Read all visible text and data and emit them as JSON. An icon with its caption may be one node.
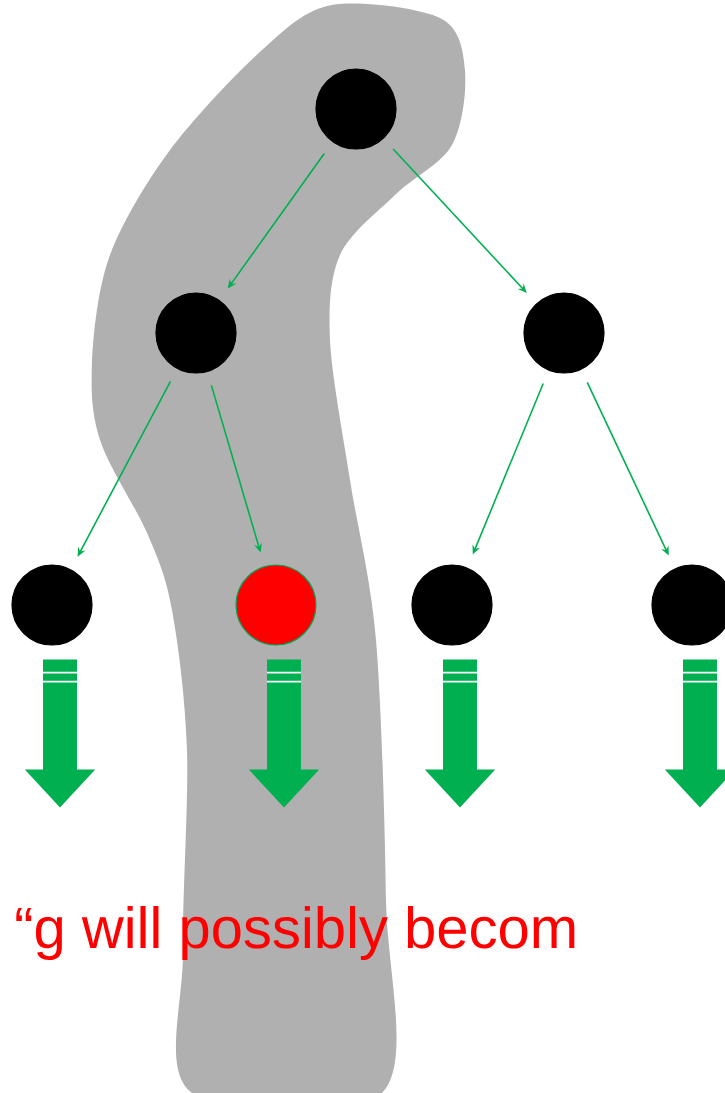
{
  "diagram": {
    "nodes": [
      {
        "text": [],
        "shape": "circle"
      },
      {
        "text": [],
        "shape": "circle"
      },
      {
        "text": [],
        "shape": "circle"
      },
      {
        "text": [],
        "shape": "circle"
      },
      {
        "text": [],
        "shape": "circle"
      },
      {
        "text": [],
        "shape": "circle"
      },
      {
        "text": [],
        "shape": "circle"
      }
    ],
    "edges": [
      {
        "from": 0,
        "to": 1,
        "arrow": "to"
      },
      {
        "from": 0,
        "to": 2,
        "arrow": "to"
      },
      {
        "from": 1,
        "to": 3,
        "arrow": "to"
      },
      {
        "from": 1,
        "to": 4,
        "arrow": "to"
      },
      {
        "from": 2,
        "to": 5,
        "arrow": "to"
      },
      {
        "from": 2,
        "to": 6,
        "arrow": "to"
      },
      {
        "from": 3,
        "to": null,
        "arrow": "to",
        "style": "thick"
      },
      {
        "from": 4,
        "to": null,
        "arrow": "to",
        "style": "thick"
      },
      {
        "from": 5,
        "to": null,
        "arrow": "to",
        "style": "thick"
      },
      {
        "from": 6,
        "to": null,
        "arrow": "to",
        "style": "thick"
      }
    ],
    "labels": [
      "“g will possibly becom"
    ]
  }
}
